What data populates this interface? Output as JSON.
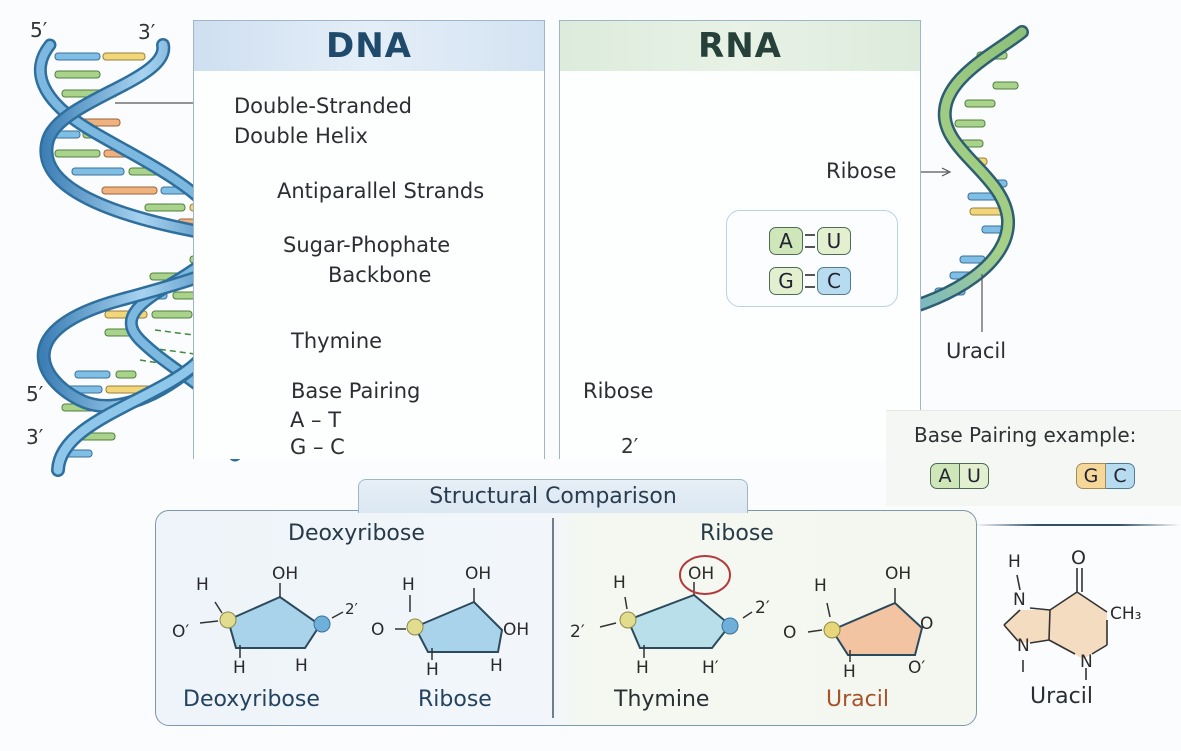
{
  "dna_panel": {
    "title": "DNA",
    "labels": {
      "double_stranded_1": "Double-Stranded",
      "double_stranded_2": "Double Helix",
      "antiparallel": "Antiparallel Strands",
      "backbone_1": "Sugar-Phophate",
      "backbone_2": "Backbone",
      "thymine": "Thymine",
      "base_pairing": "Base Pairing",
      "pair_at": "A – T",
      "pair_gc": "G – C"
    },
    "helix_ends": {
      "top_left": "5′",
      "top_right": "3′",
      "bottom_left_upper": "5′",
      "bottom_left_lower": "3′"
    }
  },
  "rna_panel": {
    "title": "RNA",
    "labels": {
      "ribose_top": "Ribose",
      "ribose_bottom": "Ribose",
      "uracil": "Uracil",
      "end_label": "2′"
    },
    "pairing_box": {
      "pairs": [
        {
          "left": "A",
          "right": "U"
        },
        {
          "left": "G",
          "right": "C"
        }
      ]
    }
  },
  "base_pairing_example": {
    "title": "Base Pairing example:",
    "pairs": [
      {
        "left": "A",
        "right": "U"
      },
      {
        "left": "G",
        "right": "C"
      }
    ]
  },
  "structural_comparison": {
    "title": "Structural Comparison",
    "left_heading": "Deoxyribose",
    "right_heading": "Ribose",
    "molecules": [
      {
        "caption": "Deoxyribose",
        "atoms": {
          "top": "OH",
          "top_left": "H",
          "left": "O′",
          "right": "2′",
          "bottom_left": "H",
          "bottom_right": "H"
        }
      },
      {
        "caption": "Ribose",
        "atoms": {
          "top": "OH",
          "top_left": "H",
          "left": "O",
          "right": "OH",
          "bottom_left": "H",
          "bottom_right": "H"
        }
      },
      {
        "caption": "Thymine",
        "atoms": {
          "top": "OH",
          "top_left": "H",
          "left": "2′",
          "right": "2′",
          "bottom_left": "H",
          "bottom_right": "H′"
        },
        "highlight": "OH"
      },
      {
        "caption": "Uracil",
        "atoms": {
          "top": "OH",
          "top_left": "H",
          "left": "O",
          "right": "O",
          "bottom_left": "H",
          "bottom_right": "O′"
        }
      }
    ]
  },
  "uracil_structure": {
    "caption": "Uracil",
    "atoms": {
      "h": "H",
      "n1": "N",
      "n2": "N",
      "n3": "N",
      "o": "O",
      "ch3": "CH₃"
    }
  },
  "colors": {
    "dna_strand": "#5ea6d6",
    "rna_strand": "#8fc98a",
    "base_blue": "#7fbfe6",
    "base_green": "#a9d28a",
    "base_yellow": "#f1d67a",
    "base_orange": "#efb27e",
    "highlight_circle": "#b23a3a"
  }
}
